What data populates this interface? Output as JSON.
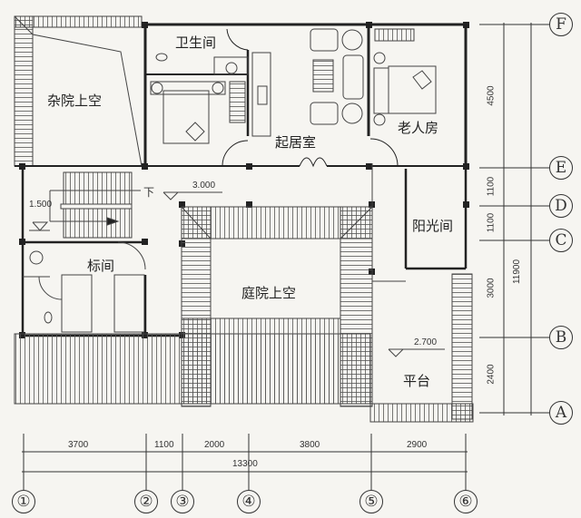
{
  "rooms": {
    "sundry_yard_void": "杂院上空",
    "bathroom": "卫生间",
    "living_room": "起居室",
    "elder_room": "老人房",
    "standard_room": "标间",
    "courtyard_void": "庭院上空",
    "sunroom": "阳光间",
    "terrace": "平台"
  },
  "annotations": {
    "stair_down": "下",
    "elev_3000": "3.000",
    "elev_1500": "1.500",
    "elev_2700": "2.700"
  },
  "dimensions": {
    "horizontal": [
      "3700",
      "1100",
      "2000",
      "3800",
      "2900"
    ],
    "horizontal_total": "13300",
    "vertical": [
      "4500",
      "1100",
      "1100",
      "3000",
      "2400"
    ],
    "vertical_total": "11900"
  },
  "axes": {
    "columns": [
      "①",
      "②",
      "③",
      "④",
      "⑤",
      "⑥"
    ],
    "rows": [
      "F",
      "E",
      "D",
      "C",
      "B",
      "A"
    ]
  },
  "colors": {
    "wall": "#222222",
    "line": "#444444",
    "background": "#f6f5f1"
  }
}
